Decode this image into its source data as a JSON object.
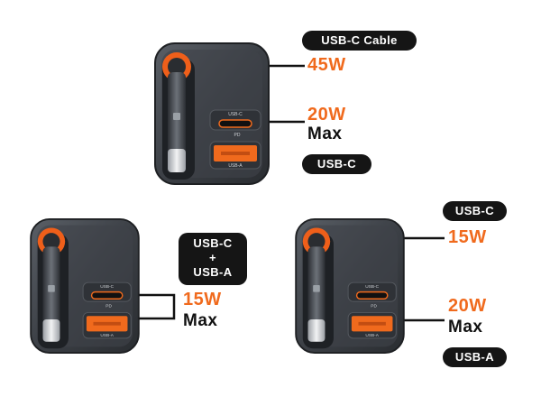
{
  "top": {
    "cable_pill": "USB-C Cable",
    "cable_watt": "45W",
    "c_watt": "20W",
    "c_max": "Max",
    "c_pill": "USB-C",
    "port_c_label": "USB-C",
    "port_pd_label": "PD",
    "port_a_label": "USB-A"
  },
  "left": {
    "combo_pill_line1": "USB-C",
    "combo_pill_line2": "+",
    "combo_pill_line3": "USB-A",
    "combo_watt": "15W",
    "combo_max": "Max",
    "port_c_label": "USB-C",
    "port_pd_label": "PD",
    "port_a_label": "USB-A"
  },
  "right": {
    "c_pill": "USB-C",
    "c_watt": "15W",
    "a_watt": "20W",
    "a_max": "Max",
    "a_pill": "USB-A",
    "port_c_label": "USB-C",
    "port_pd_label": "PD",
    "port_a_label": "USB-A"
  },
  "colors": {
    "accent": "#f06a1d",
    "pill_bg": "#151515",
    "body_dark": "#3b3f44"
  }
}
